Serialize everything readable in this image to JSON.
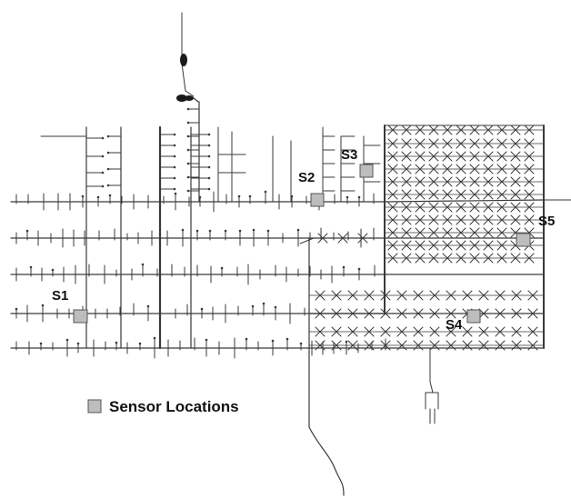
{
  "colors": {
    "pipe": "#3a3a3a",
    "sensor_fill": "#bdbdbd",
    "sensor_stroke": "#555555",
    "text": "#111111"
  },
  "sensors": [
    {
      "id": "s1",
      "label": "S1"
    },
    {
      "id": "s2",
      "label": "S2"
    },
    {
      "id": "s3",
      "label": "S3"
    },
    {
      "id": "s4",
      "label": "S4"
    },
    {
      "id": "s5",
      "label": "S5"
    }
  ],
  "legend": {
    "label": "Sensor Locations"
  }
}
